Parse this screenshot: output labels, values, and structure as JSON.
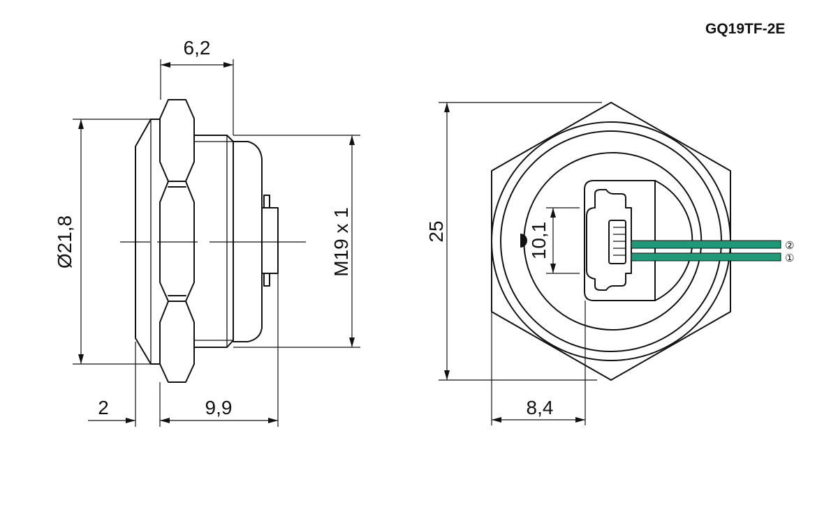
{
  "title": "GQ19TF-2E",
  "dimensions": {
    "side_width_top": "6,2",
    "diameter": "Ø21,8",
    "thread": "M19 x 1",
    "front_offset": "2",
    "body_length": "9,9",
    "hex_height": "25",
    "connector_height": "10,1",
    "hex_half_width": "8,4"
  },
  "pins": {
    "pin2": "②",
    "pin1": "①"
  },
  "colors": {
    "wire": "#1f9a78",
    "line": "#111111"
  }
}
